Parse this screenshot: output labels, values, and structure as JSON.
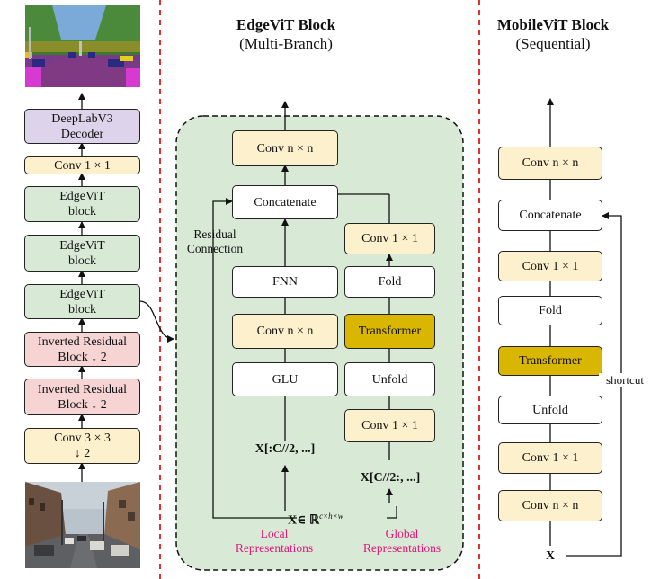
{
  "colors": {
    "yellow_box": "#fdf0cc",
    "green_box": "#d8ead6",
    "pink_box": "#f6d4d4",
    "purple_box": "#ddd3ea",
    "transformer_box": "#d9b600",
    "divider_red": "#e03030",
    "representation_label": "#e0177a"
  },
  "left_pipeline": {
    "output_image_icon": "segmentation-map-image",
    "input_image_icon": "street-photo-image",
    "decoder": "DeepLabV3 Decoder",
    "conv1x1": "Conv 1 × 1",
    "edgevit_block_1": "EdgeViT block",
    "edgevit_block_2": "EdgeViT block",
    "edgevit_block_3": "EdgeViT block",
    "inverted_residual_1": "Inverted Residual Block ↓ 2",
    "inverted_residual_2": "Inverted Residual Block ↓ 2",
    "conv3x3": "Conv 3 × 3 ↓ 2"
  },
  "edgevit": {
    "title": "EdgeViT Block",
    "subtitle": "(Multi-Branch)",
    "conv_nxn_top": "Conv n × n",
    "concatenate": "Concatenate",
    "residual_label": "Residual Connection",
    "fnn": "FNN",
    "conv_nxn": "Conv n × n",
    "glu": "GLU",
    "local_split": "X[:C//2, ...]",
    "conv1x1_top": "Conv 1 × 1",
    "fold": "Fold",
    "transformer": "Transformer",
    "unfold": "Unfold",
    "conv1x1_bottom": "Conv 1 × 1",
    "global_split": "X[C//2:, ...]",
    "input_label": "X∈ ℝ",
    "input_superscript": "c×h×w",
    "local_label": "Local Representations",
    "global_label": "Global Representations"
  },
  "mobilevit": {
    "title": "MobileViT Block",
    "subtitle": "(Sequential)",
    "conv_nxn_top": "Conv n × n",
    "concatenate": "Concatenate",
    "conv1x1_top": "Conv 1 × 1",
    "fold": "Fold",
    "transformer": "Transformer",
    "unfold": "Unfold",
    "conv1x1_bottom": "Conv 1 × 1",
    "conv_nxn_bottom": "Conv n × n",
    "input_label": "X",
    "shortcut_label": "shortcut"
  }
}
